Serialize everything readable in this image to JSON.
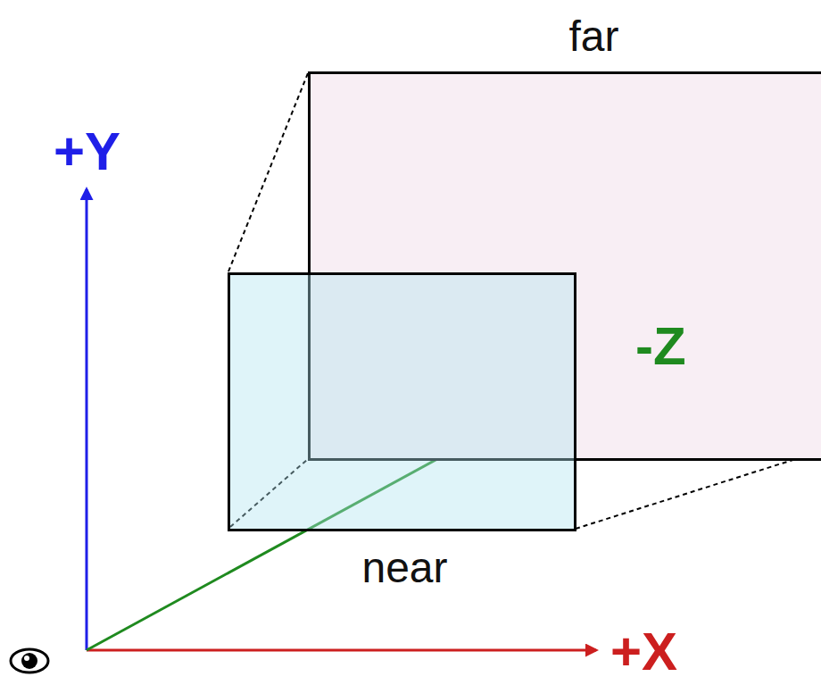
{
  "diagram": {
    "nodes": [
      {
        "text": [
          "far"
        ]
      },
      {
        "text": [
          "near"
        ]
      }
    ],
    "labels": [
      "+Y",
      "-Z",
      "+X"
    ]
  }
}
